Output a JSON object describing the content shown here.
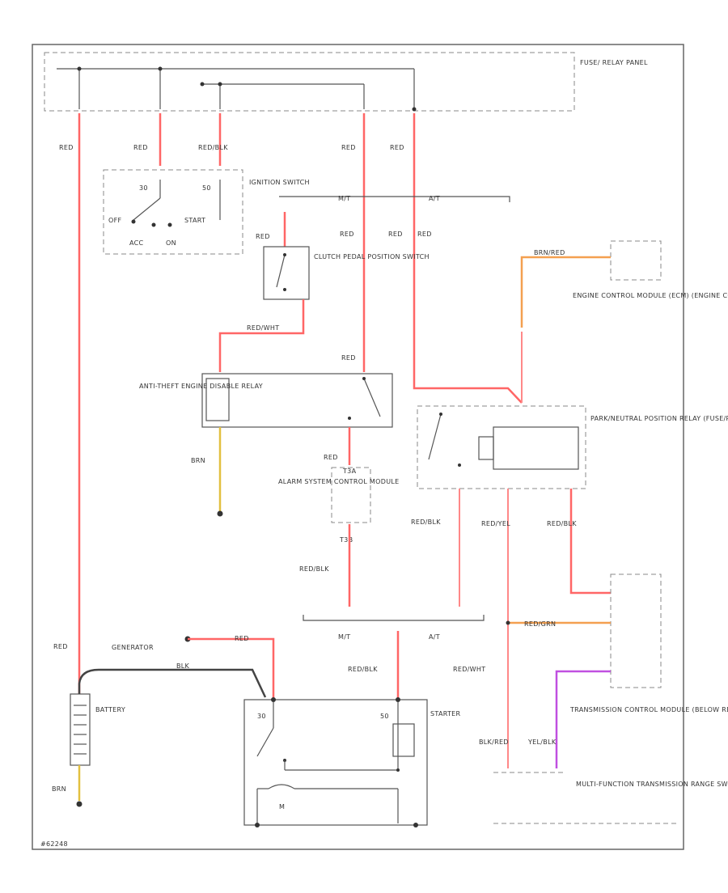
{
  "diagram_code": "#62248",
  "components": {
    "fuse_relay_panel": "FUSE/ RELAY PANEL",
    "ignition_switch": "IGNITION SWITCH",
    "clutch_switch": "CLUTCH PEDAL POSITION SWITCH",
    "anti_theft_relay": "ANTI-THEFT ENGINE DISABLE RELAY",
    "alarm_module": "ALARM SYSTEM CONTROL MODULE",
    "ecm": "ENGINE CONTROL MODULE (ECM) (ENGINE COMPT, CENTER OF PLENUM)",
    "pnp_relay": "PARK/NEUTRAL POSITION RELAY (FUSE/RELAY PANEL)",
    "tcm": "TRANSMISSION CONTROL MODULE (BELOW REAR SEAT)",
    "range_switch": "MULTI-FUNCTION TRANSMISSION RANGE SWITCH (TOP OF TRANSMISSION, NEAR SELECTOR SHAFT)",
    "generator": "GENERATOR",
    "battery": "BATTERY",
    "starter": "STARTER"
  },
  "ignition_positions": {
    "off": "OFF",
    "acc": "ACC",
    "on": "ON",
    "start": "START",
    "st": "30",
    "s50": "50"
  },
  "wire_labels": {
    "red": "RED",
    "red_blk": "RED/BLK",
    "red_wht": "RED/WHT",
    "brn": "BRN",
    "blk": "BLK",
    "brn_red": "BRN/RED",
    "red_yel": "RED/YEL",
    "red_blk_split": "RED/BLK",
    "blk_red": "BLK/RED",
    "yel_blk": "YEL/BLK",
    "red_grn": "RED/GRN",
    "mt": "M/T",
    "at": "A/T",
    "t3a": "T3A",
    "t3b": "T3B",
    "m": "M"
  }
}
